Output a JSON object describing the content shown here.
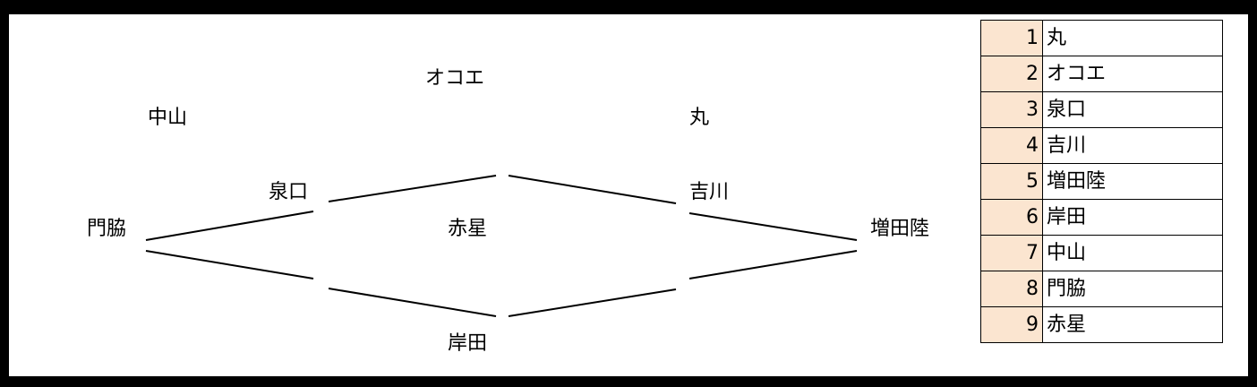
{
  "labels": {
    "okoe": "オコエ",
    "nakayama": "中山",
    "maru": "丸",
    "izumiguchi": "泉口",
    "yoshikawa": "吉川",
    "monwaki": "門脇",
    "akahoshi": "赤星",
    "masudariku": "増田陸",
    "kishida": "岸田"
  },
  "table": {
    "rows": [
      {
        "num": "1",
        "name": "丸"
      },
      {
        "num": "2",
        "name": "オコエ"
      },
      {
        "num": "3",
        "name": "泉口"
      },
      {
        "num": "4",
        "name": "吉川"
      },
      {
        "num": "5",
        "name": "増田陸"
      },
      {
        "num": "6",
        "name": "岸田"
      },
      {
        "num": "7",
        "name": "中山"
      },
      {
        "num": "8",
        "name": "門脇"
      },
      {
        "num": "9",
        "name": "赤星"
      }
    ]
  },
  "colors": {
    "frame": "#000000",
    "num_cell": "#fbe5d0",
    "line": "#000000"
  }
}
